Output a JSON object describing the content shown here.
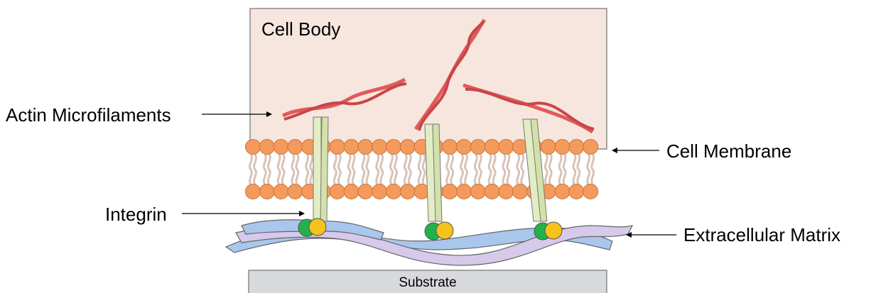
{
  "labels": {
    "cell_body": "Cell Body",
    "actin": "Actin Microfilaments",
    "membrane": "Cell Membrane",
    "integrin": "Integrin",
    "ecm": "Extracellular Matrix",
    "substrate": "Substrate"
  },
  "colors": {
    "cell_body_fill": "#f6e6dd",
    "actin": "#e05a5c",
    "lipid_head": "#f49a5c",
    "lipid_tail": "#d8c3b8",
    "integrin_stalk": "#e3edc4",
    "integrin_green": "#22b24c",
    "integrin_yellow": "#f6c21c",
    "ecm_blue": "#a9c6ec",
    "ecm_purple": "#d7c9ea",
    "substrate": "#d8d9dd"
  }
}
